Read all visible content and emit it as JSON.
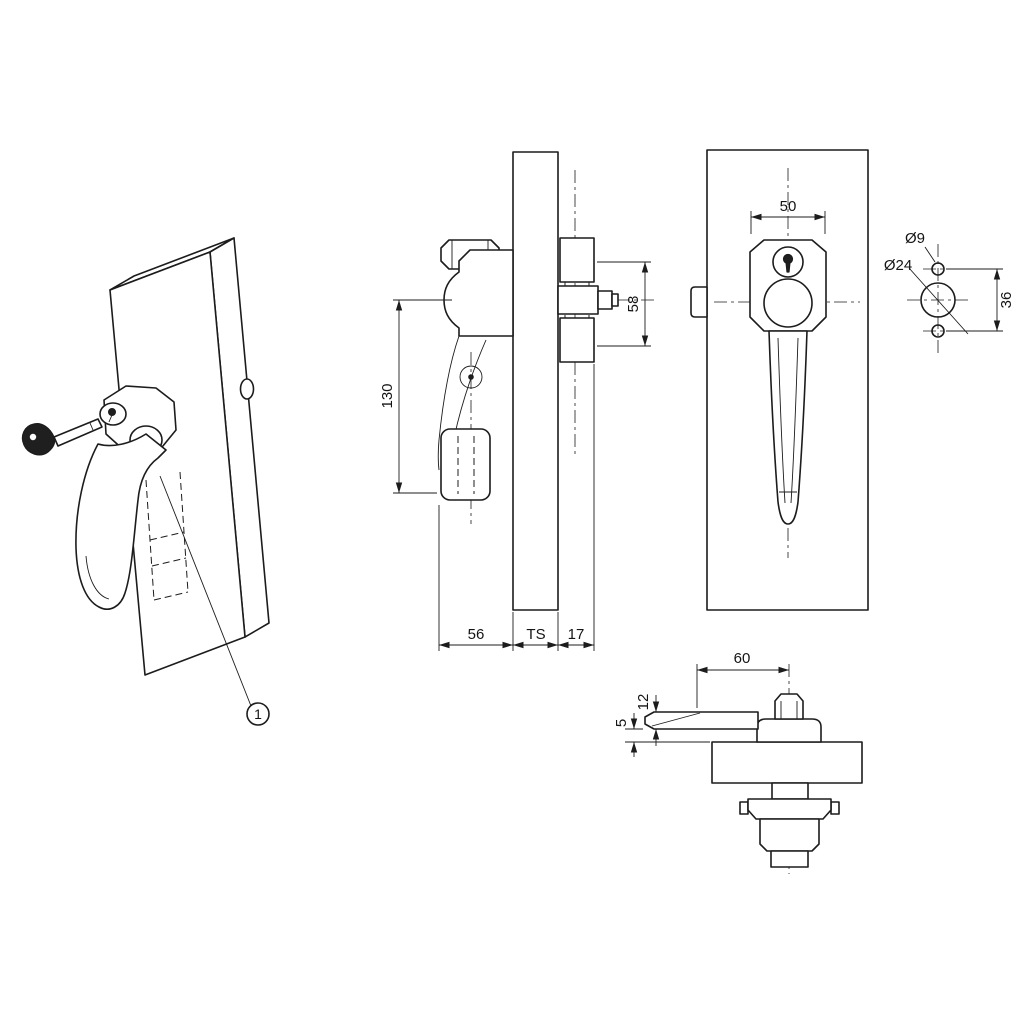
{
  "drawing": {
    "item_balloon": "1",
    "side_view": {
      "height": "130",
      "bracket_span": "58",
      "depth_front": "56",
      "panel_thickness": "TS",
      "depth_rear": "17"
    },
    "front_view": {
      "body_width": "50"
    },
    "hole_pattern": {
      "small_hole_dia": "Ø9",
      "large_hole_dia": "Ø24",
      "hole_spacing": "36"
    },
    "top_view": {
      "lever_length": "60",
      "lever_height": "12",
      "lever_gap": "5"
    },
    "colors": {
      "ink": "#1c1c1c",
      "background": "#ffffff",
      "key_fill": "#1f1f1f"
    }
  }
}
